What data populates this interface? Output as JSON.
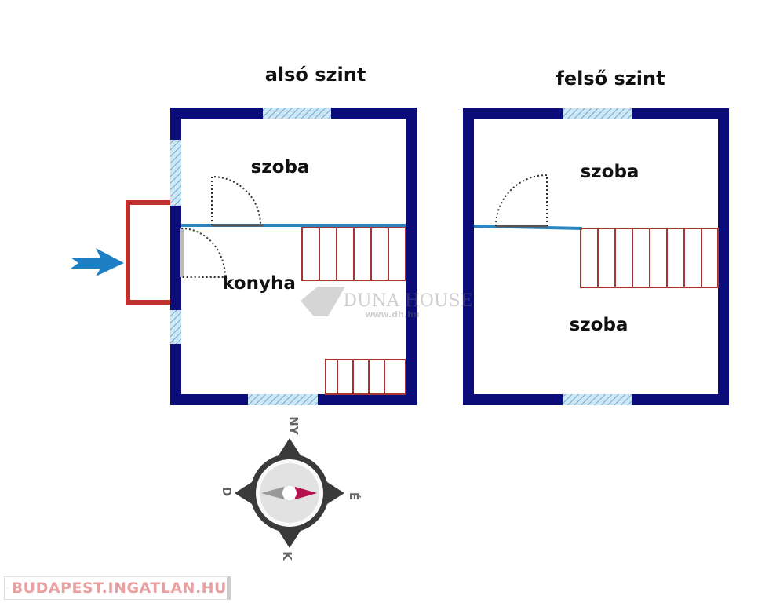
{
  "floors": [
    {
      "title": "alsó szint",
      "rooms": [
        "szoba",
        "konyha"
      ]
    },
    {
      "title": "felső szint",
      "rooms": [
        "szoba",
        "szoba"
      ]
    }
  ],
  "compass": {
    "north": "NY",
    "west": "D",
    "east": "É",
    "south": "K"
  },
  "watermark": {
    "brand": "DUNA HOUSE",
    "url": "www.dh.hu"
  },
  "footer": {
    "label": "BUDAPEST.INGATLAN.HU"
  },
  "colors": {
    "wall": "#0b0b7a",
    "stairs": "#a83434",
    "partition": "#2a86c4",
    "entrance": "#c0302c",
    "arrow": "#1e7fc4"
  }
}
